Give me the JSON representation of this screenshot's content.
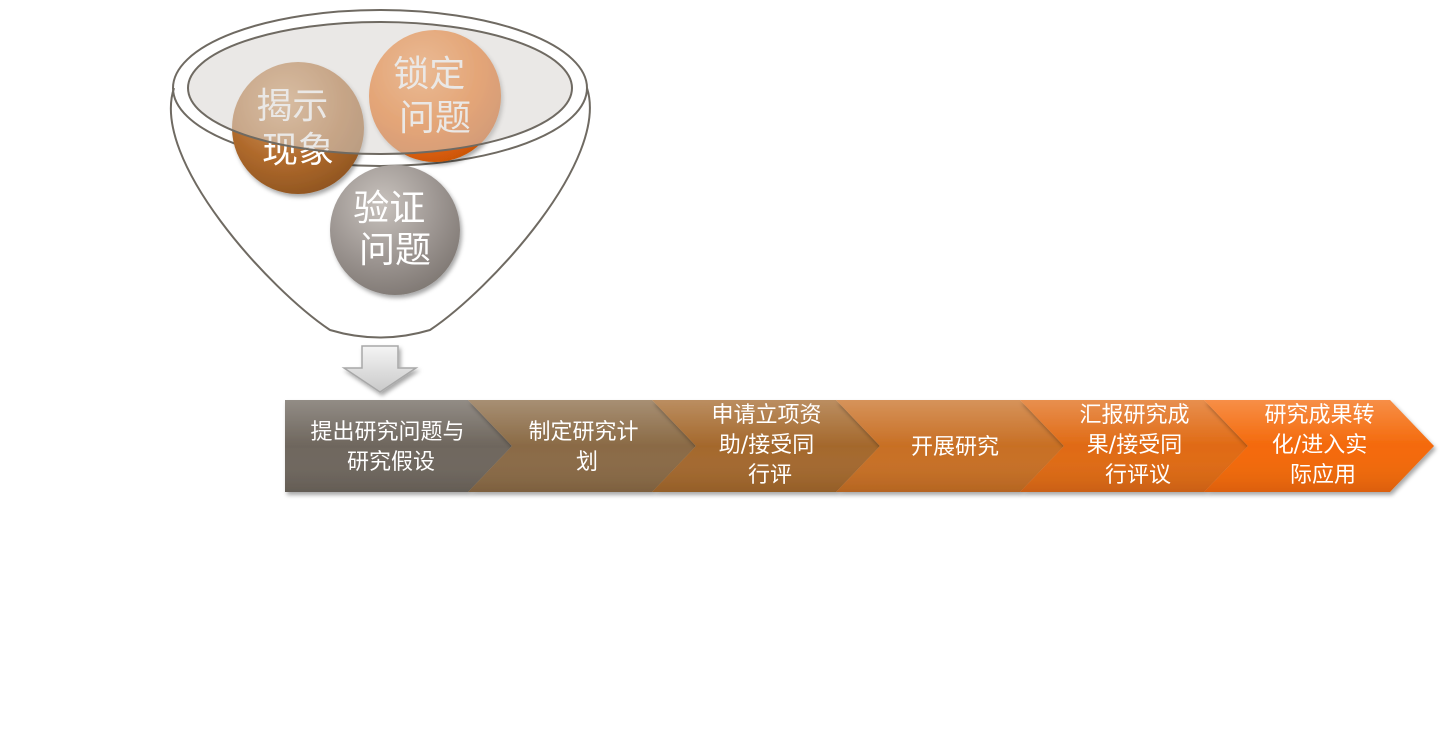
{
  "funnel": {
    "circles": [
      {
        "id": "reveal",
        "lines": [
          "揭示",
          "现象"
        ],
        "color": "#b06a2c"
      },
      {
        "id": "lock",
        "lines": [
          "锁定",
          "问题"
        ],
        "color": "#f06a0a"
      },
      {
        "id": "verify",
        "lines": [
          "验证",
          "问题"
        ],
        "color": "#9b9490"
      }
    ]
  },
  "process": {
    "steps": [
      {
        "id": "step-1",
        "lines": [
          "提出研究问题与",
          "研究假设"
        ],
        "color": "#6e665d"
      },
      {
        "id": "step-2",
        "lines": [
          "制定研究计",
          "划"
        ],
        "color": "#8a6a45"
      },
      {
        "id": "step-3",
        "lines": [
          "申请立项资",
          "助/接受同",
          "行评"
        ],
        "color": "#a4682c"
      },
      {
        "id": "step-4",
        "lines": [
          "开展研究"
        ],
        "color": "#c86f24"
      },
      {
        "id": "step-5",
        "lines": [
          "汇报研究成",
          "果/接受同",
          "行评议"
        ],
        "color": "#e06a14"
      },
      {
        "id": "step-6",
        "lines": [
          "研究成果转",
          "化/进入实",
          "际应用"
        ],
        "color": "#f4690a"
      }
    ]
  }
}
